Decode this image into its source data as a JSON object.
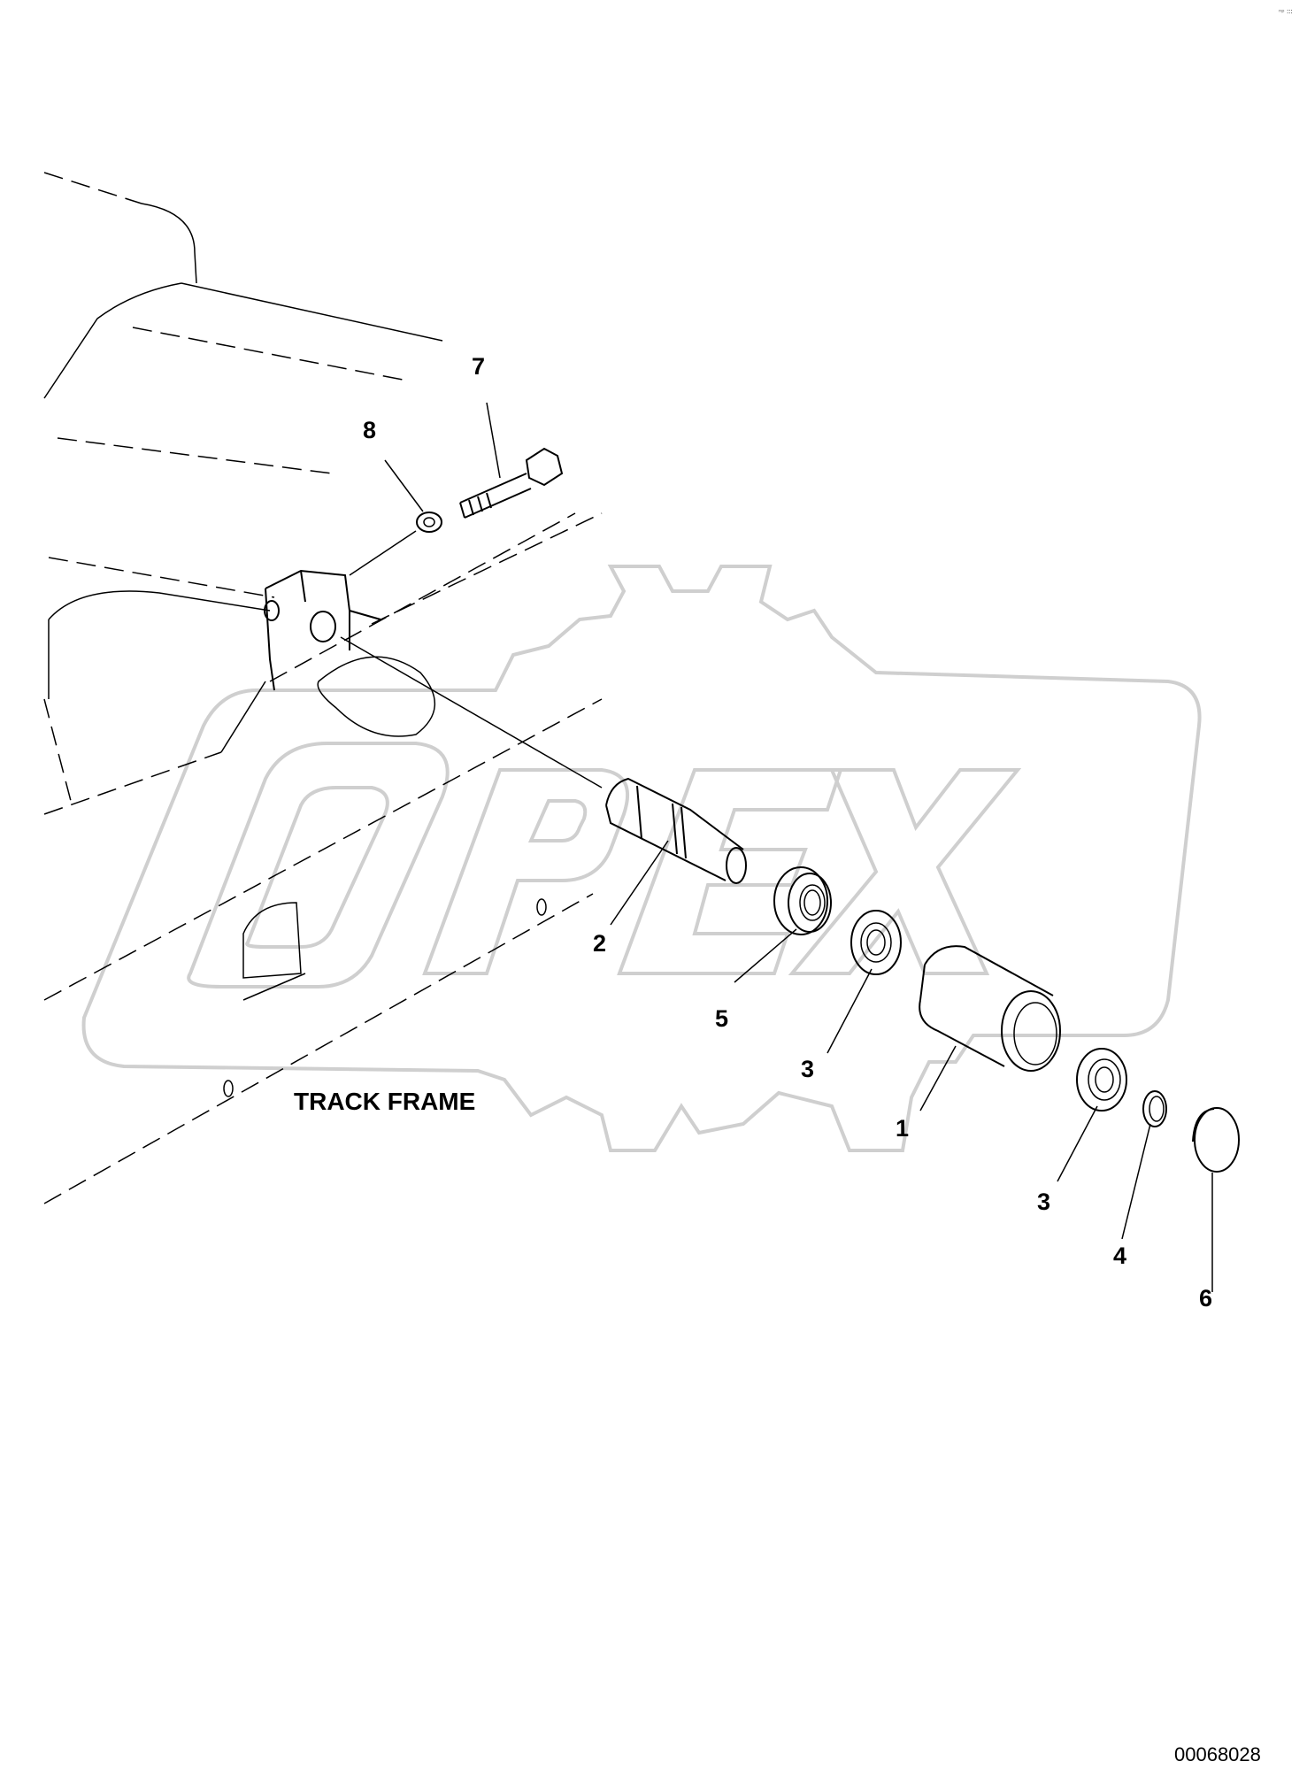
{
  "watermark": {
    "brand_text": "OPEX",
    "color": "#cfcfcf"
  },
  "frame_label": "TRACK FRAME",
  "document_number": "00068028",
  "corner_mark": "ⁿᵖ ∶∶∶",
  "callouts": {
    "bolt": "7",
    "washer": "8",
    "shaft": "2",
    "seal": "5",
    "bearing_inner": "3",
    "roller": "1",
    "bearing_outer": "3",
    "snap_ring": "4",
    "cap": "6"
  }
}
